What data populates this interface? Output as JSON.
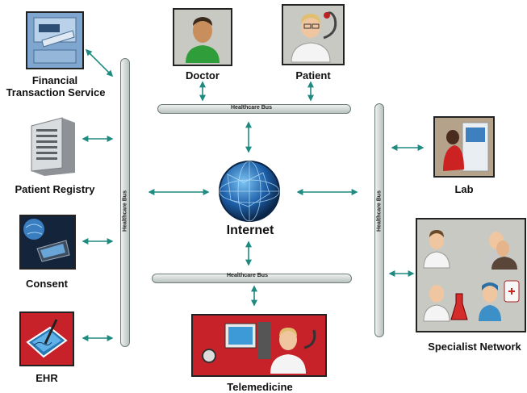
{
  "nodes": {
    "financial_line1": "Financial",
    "financial_line2": "Transaction Service",
    "patient_registry": "Patient Registry",
    "consent": "Consent",
    "ehr": "EHR",
    "doctor": "Doctor",
    "patient": "Patient",
    "internet": "Internet",
    "telemedicine": "Telemedicine",
    "lab": "Lab",
    "specialist_network": "Specialist Network"
  },
  "buses": {
    "top": "Healthcare Bus",
    "bottom": "Healthcare Bus",
    "left": "Healthcare Bus",
    "right": "Healthcare Bus"
  },
  "colors": {
    "arrow": "#1f8a80",
    "tile_red": "#c7222a",
    "tile_grey": "#c9c9c3"
  }
}
